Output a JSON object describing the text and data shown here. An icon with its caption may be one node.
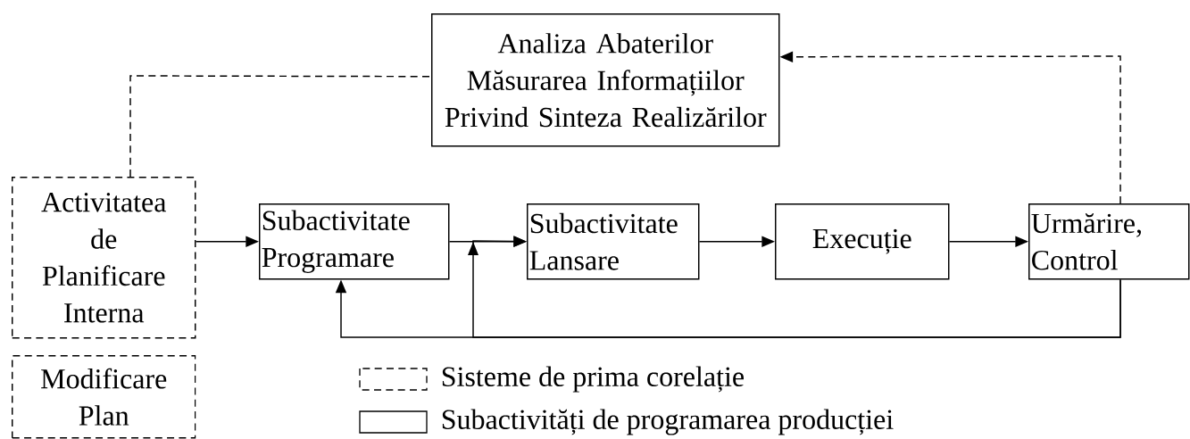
{
  "diagram": {
    "nodes": [
      {
        "text": [
          "Analiza Abaterilor Măsurarea Informațiilor Privind Sinteza Realizărilor"
        ]
      },
      {
        "text": [
          "Activitatea de Planificare Interna"
        ]
      },
      {
        "text": [
          "Modificare Plan"
        ]
      },
      {
        "text": [
          "Subactivitate Programare"
        ]
      },
      {
        "text": [
          "Subactivitate Lansare"
        ]
      },
      {
        "text": [
          "Execuție"
        ]
      },
      {
        "text": [
          "Urmărire, Control"
        ]
      }
    ],
    "edges": [
      {
        "from": 1,
        "to": 3,
        "arrow": "to"
      },
      {
        "from": 3,
        "to": 4,
        "arrow": "to"
      },
      {
        "from": 4,
        "to": 5,
        "arrow": "to"
      },
      {
        "from": 5,
        "to": 6,
        "arrow": "to"
      },
      {
        "from": 6,
        "to": 3,
        "arrow": "to"
      },
      {
        "from": 6,
        "to": 4,
        "arrow": "to"
      },
      {
        "from": 6,
        "to": 0,
        "arrow": "to",
        "style": "dashed"
      },
      {
        "from": 1,
        "to": 0,
        "arrow": "none",
        "style": "dashed"
      }
    ],
    "legend": [
      {
        "text": "Sisteme de prima corelație"
      },
      {
        "text": "Subactivități de programarea producției"
      }
    ]
  }
}
